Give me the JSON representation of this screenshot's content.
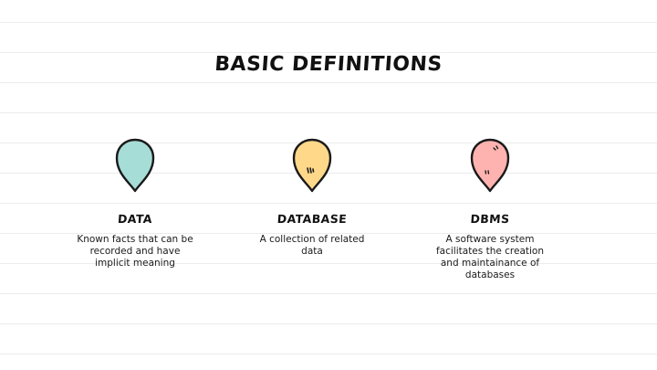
{
  "title": "BASIC DEFINITIONS",
  "cards": [
    {
      "heading": "DATA",
      "text": "Known facts that can be recorded and have implicit meaning",
      "color": "#a6ddd6"
    },
    {
      "heading": "DATABASE",
      "text": "A collection of related data",
      "color": "#ffd88a"
    },
    {
      "heading": "DBMS",
      "text": "A software system facilitates the creation and maintainance of databases",
      "color": "#ffb3b0"
    }
  ],
  "pin_icon": "map-pin-icon"
}
